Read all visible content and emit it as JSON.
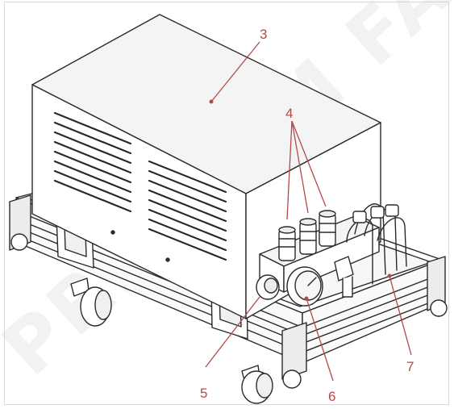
{
  "figure": {
    "watermark_text": "PREMIUM FACTORY",
    "callouts": [
      {
        "label": "3",
        "target": "enclosure-cover"
      },
      {
        "label": "4",
        "target": "quick-couplers"
      },
      {
        "label": "5",
        "target": "power-connector"
      },
      {
        "label": "6",
        "target": "pressure-gauge"
      },
      {
        "label": "7",
        "target": "hydraulic-hoses"
      }
    ],
    "colors": {
      "line": "#2a2a2a",
      "callout": "#b24a4a",
      "body_fill": "#f4f4f4",
      "side_fill": "#ffffff",
      "frame_border": "#d9d9d9"
    }
  }
}
